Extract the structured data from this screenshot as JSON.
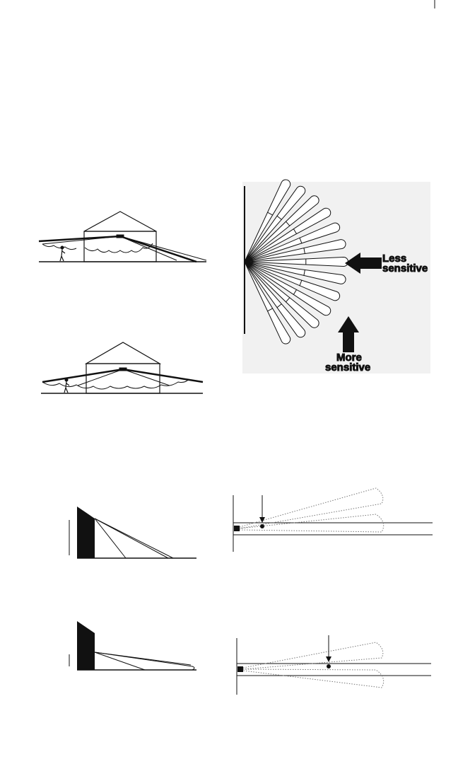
{
  "fan_diagram": {
    "less_label_1": "Less",
    "less_label_2": "sensitive",
    "more_label_1": "More",
    "more_label_2": "sensitive"
  },
  "colors": {
    "ink": "#111111",
    "panel": "#f1f1f1",
    "dotted": "#777777"
  }
}
